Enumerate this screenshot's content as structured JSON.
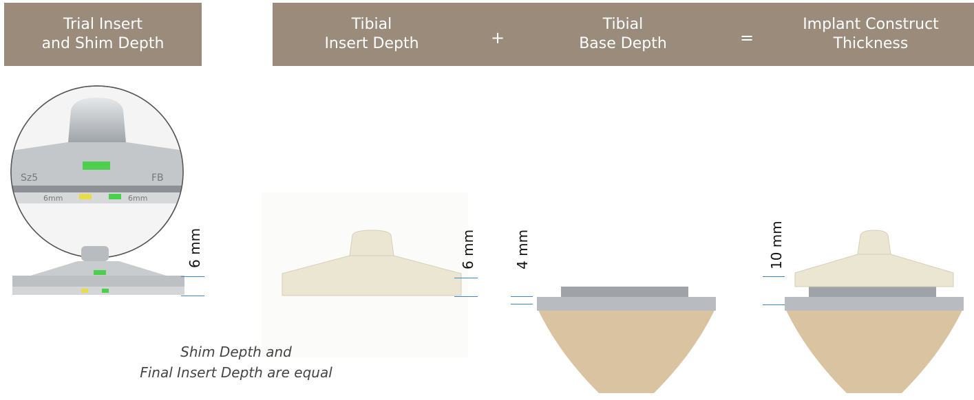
{
  "headers": {
    "left_line1": "Trial Insert",
    "left_line2": "and Shim Depth",
    "col1_line1": "Tibial",
    "col1_line2": "Insert Depth",
    "plus": "+",
    "col2_line1": "Tibial",
    "col2_line2": "Base Depth",
    "equals": "=",
    "col3_line1": "Implant Construct",
    "col3_line2": "Thickness"
  },
  "trial": {
    "size_label": "Sz5",
    "type_label": "FB",
    "shim_left": "6mm",
    "shim_right": "6mm",
    "depth": "6 mm"
  },
  "insert": {
    "depth": "6 mm"
  },
  "base": {
    "depth": "4 mm"
  },
  "construct": {
    "depth": "10 mm"
  },
  "caption": {
    "line1": "Shim Depth and",
    "line2": "Final Insert Depth are equal"
  },
  "colors": {
    "header": "#9a8b7b",
    "tick": "#3a86c8",
    "insert": "#ebe6d2",
    "metal": "#b8bcc0",
    "bone": "#d9c3a1",
    "label_green": "#4ccf4c",
    "label_yellow": "#e8dc4a"
  }
}
